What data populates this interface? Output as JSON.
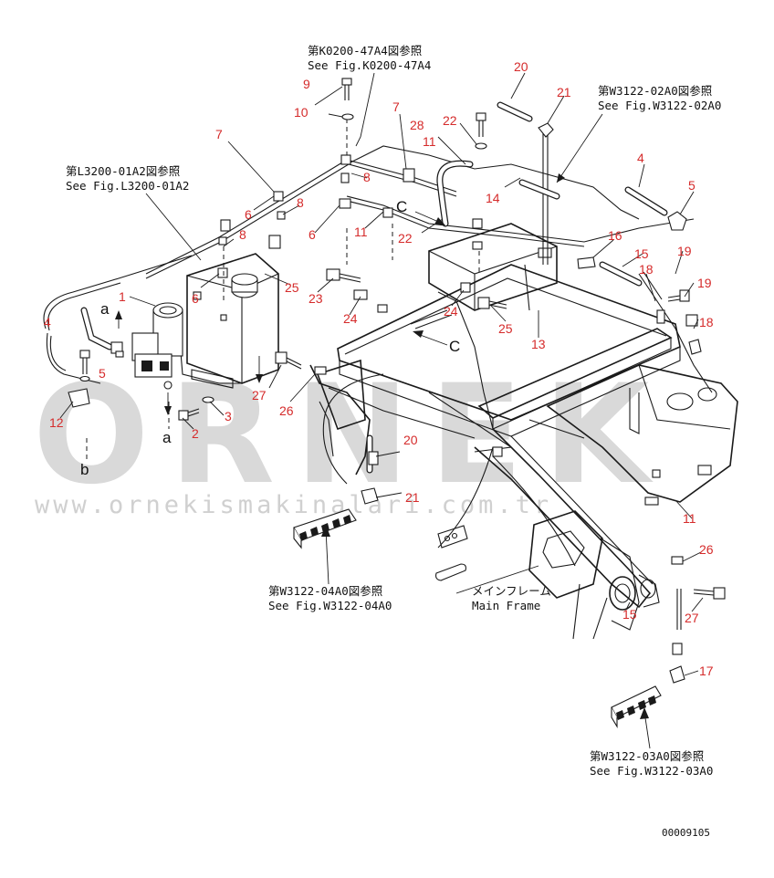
{
  "watermark": {
    "brand": "ORNEK",
    "url": "www.ornekismakinalari.com.tr"
  },
  "references": {
    "k0200_jp": "第K0200-47A4図参照",
    "k0200_en": "See Fig.K0200-47A4",
    "w3122_02_jp": "第W3122-02A0図参照",
    "w3122_02_en": "See Fig.W3122-02A0",
    "l3200_jp": "第L3200-01A2図参照",
    "l3200_en": "See Fig.L3200-01A2",
    "w3122_04_jp": "第W3122-04A0図参照",
    "w3122_04_en": "See Fig.W3122-04A0",
    "w3122_03_jp": "第W3122-03A0図参照",
    "w3122_03_en": "See Fig.W3122-03A0",
    "mainframe_jp": "メインフレーム",
    "mainframe_en": "Main Frame"
  },
  "view_letters": {
    "c_top": "C",
    "c_mid": "C",
    "a_top": "a",
    "a_bottom": "a",
    "b": "b"
  },
  "callouts": {
    "n1": "1",
    "n2": "2",
    "n3": "3",
    "n4": "4",
    "n4b": "4",
    "n5": "5",
    "n5b": "5",
    "n6a": "6",
    "n6b": "6",
    "n6c": "6",
    "n7a": "7",
    "n7b": "7",
    "n8a": "8",
    "n8b": "8",
    "n8c": "8",
    "n9": "9",
    "n10": "10",
    "n11a": "11",
    "n11b": "11",
    "n11c": "11",
    "n12": "12",
    "n13": "13",
    "n14": "14",
    "n15a": "15",
    "n15b": "15",
    "n16": "16",
    "n17": "17",
    "n18a": "18",
    "n18b": "18",
    "n19a": "19",
    "n19b": "19",
    "n20a": "20",
    "n20b": "20",
    "n21a": "21",
    "n21b": "21",
    "n22a": "22",
    "n22b": "22",
    "n23": "23",
    "n24a": "24",
    "n24b": "24",
    "n25a": "25",
    "n25b": "25",
    "n26a": "26",
    "n26b": "26",
    "n27a": "27",
    "n27b": "27",
    "n28": "28"
  },
  "drawing_number": "00009105"
}
